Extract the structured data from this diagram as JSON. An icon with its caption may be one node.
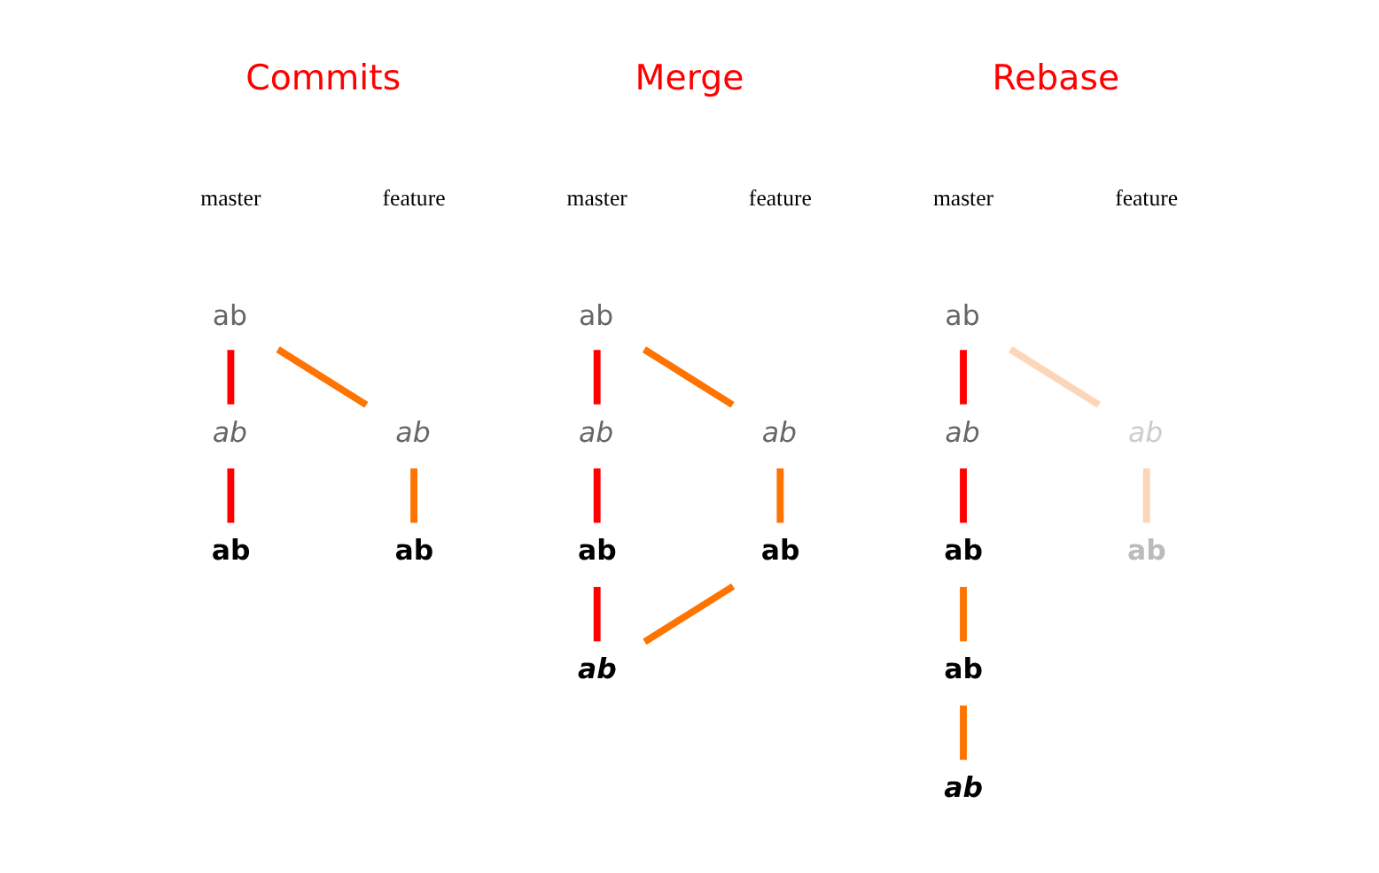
{
  "diagram": {
    "nodes": [
      {
        "text": [
          "ab"
        ]
      },
      {
        "text": [
          "ab"
        ]
      },
      {
        "text": [
          "ab"
        ]
      },
      {
        "text": [
          "ab"
        ]
      },
      {
        "text": [
          "ab"
        ]
      },
      {
        "text": [
          "ab"
        ]
      },
      {
        "text": [
          "ab"
        ]
      },
      {
        "text": [
          "ab"
        ]
      },
      {
        "text": [
          "ab"
        ]
      },
      {
        "text": [
          "ab"
        ]
      },
      {
        "text": [
          "ab"
        ]
      },
      {
        "text": [
          "ab"
        ]
      },
      {
        "text": [
          "ab"
        ]
      },
      {
        "text": [
          "ab"
        ]
      },
      {
        "text": [
          "ab"
        ]
      },
      {
        "text": [
          "ab"
        ]
      },
      {
        "text": [
          "ab"
        ]
      },
      {
        "text": [
          "ab"
        ]
      }
    ],
    "edges": [
      {
        "from": 0,
        "to": 1,
        "arrow": "none",
        "color": "#ff0000"
      },
      {
        "from": 0,
        "to": 2,
        "arrow": "none",
        "color": "#ff7300"
      },
      {
        "from": 1,
        "to": 3,
        "arrow": "none",
        "color": "#ff0000"
      },
      {
        "from": 2,
        "to": 4,
        "arrow": "none",
        "color": "#ff7300"
      },
      {
        "from": 5,
        "to": 6,
        "arrow": "none",
        "color": "#ff0000"
      },
      {
        "from": 5,
        "to": 7,
        "arrow": "none",
        "color": "#ff7300"
      },
      {
        "from": 6,
        "to": 8,
        "arrow": "none",
        "color": "#ff0000"
      },
      {
        "from": 7,
        "to": 9,
        "arrow": "none",
        "color": "#ff7300"
      },
      {
        "from": 8,
        "to": 10,
        "arrow": "none",
        "color": "#ff0000"
      },
      {
        "from": 9,
        "to": 10,
        "arrow": "none",
        "color": "#ff7300"
      },
      {
        "from": 11,
        "to": 12,
        "arrow": "none",
        "color": "#ff0000"
      },
      {
        "from": 11,
        "to": 13,
        "arrow": "none",
        "color": "#fdd5b8"
      },
      {
        "from": 12,
        "to": 14,
        "arrow": "none",
        "color": "#ff0000"
      },
      {
        "from": 13,
        "to": 15,
        "arrow": "none",
        "color": "#fdd5b8"
      },
      {
        "from": 14,
        "to": 16,
        "arrow": "none",
        "color": "#ff7300"
      },
      {
        "from": 16,
        "to": 17,
        "arrow": "none",
        "color": "#ff7300"
      }
    ],
    "labels": [
      "Commits",
      "Merge",
      "Rebase",
      "master",
      "feature",
      "master",
      "feature",
      "master",
      "feature"
    ]
  }
}
